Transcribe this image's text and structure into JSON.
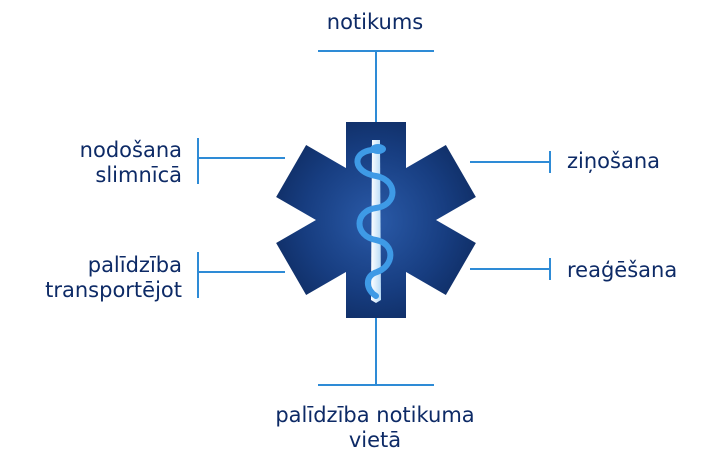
{
  "diagram": {
    "center_emblem": "star-of-life",
    "colors": {
      "emblem_dark": "#0b2556",
      "emblem_mid": "#173d80",
      "emblem_light": "#2a5aa8",
      "staff": "#dcefff",
      "snake": "#3e9ae6",
      "connector": "#2e8bd6",
      "text": "#0d2a66"
    },
    "labels": {
      "top": "notikums",
      "right_upper": "ziņošana",
      "right_lower": "reaģēšana",
      "bottom": [
        "palīdzība notikuma",
        "vietā"
      ],
      "left_lower": [
        "palīdzība",
        "transportējot"
      ],
      "left_upper": [
        "nodošana",
        "slimnīcā"
      ]
    }
  }
}
